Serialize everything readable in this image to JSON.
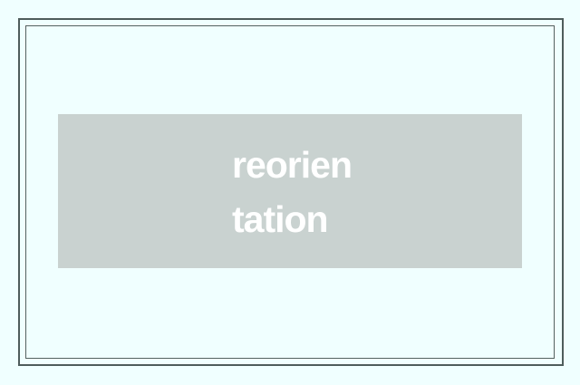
{
  "page": {
    "background_color": "#f0ffff",
    "frame_border_color": "#4e5d5c"
  },
  "word_card": {
    "background_color": "#c9d2d0",
    "text_color": "#ffffff",
    "word": "reorientation",
    "lines": [
      "reorien",
      "tation"
    ]
  }
}
